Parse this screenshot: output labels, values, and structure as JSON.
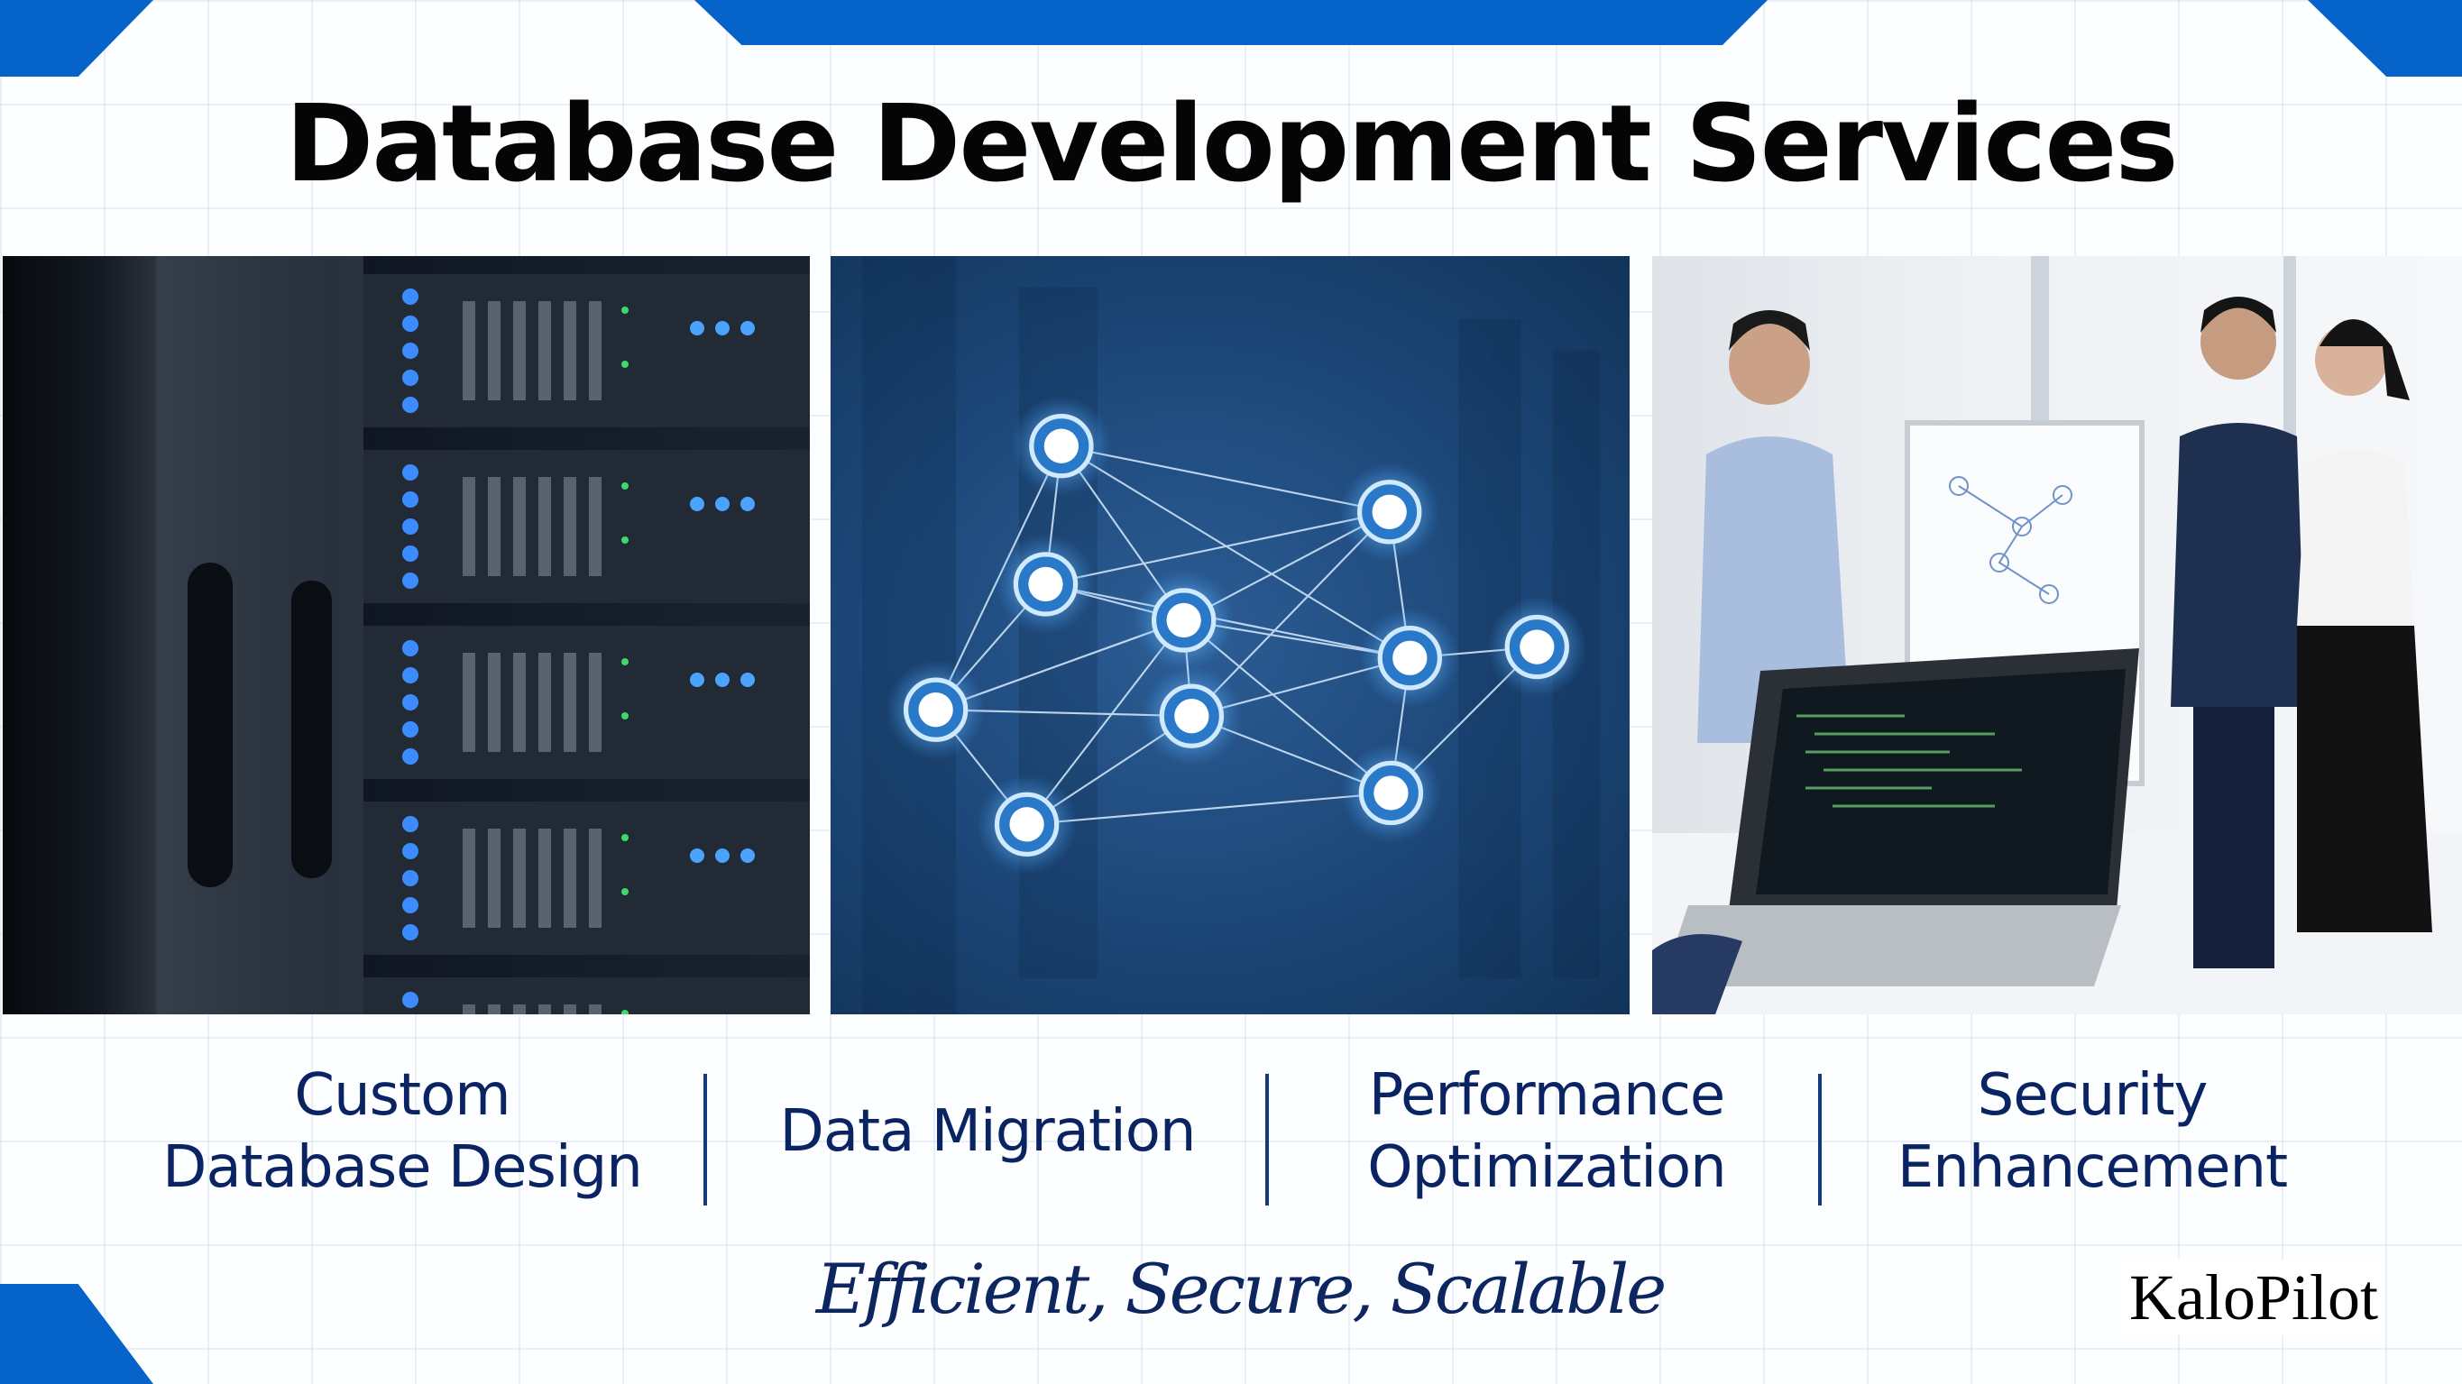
{
  "header": {
    "title": "Database Development Services"
  },
  "images": [
    {
      "subject": "server-rack-photo"
    },
    {
      "subject": "network-graph-illustration"
    },
    {
      "subject": "team-meeting-photo"
    }
  ],
  "features": [
    {
      "line1": "Custom",
      "line2": "Database Design"
    },
    {
      "line1": "Data Migration",
      "line2": ""
    },
    {
      "line1": "Performance",
      "line2": "Optimization"
    },
    {
      "line1": "Security",
      "line2": "Enhancement"
    }
  ],
  "tagline": "Efficient, Secure, Scalable",
  "brand": "KaloPilot",
  "colors": {
    "accent": "#0563c9",
    "text_navy": "#0a2463",
    "title": "#050505"
  }
}
